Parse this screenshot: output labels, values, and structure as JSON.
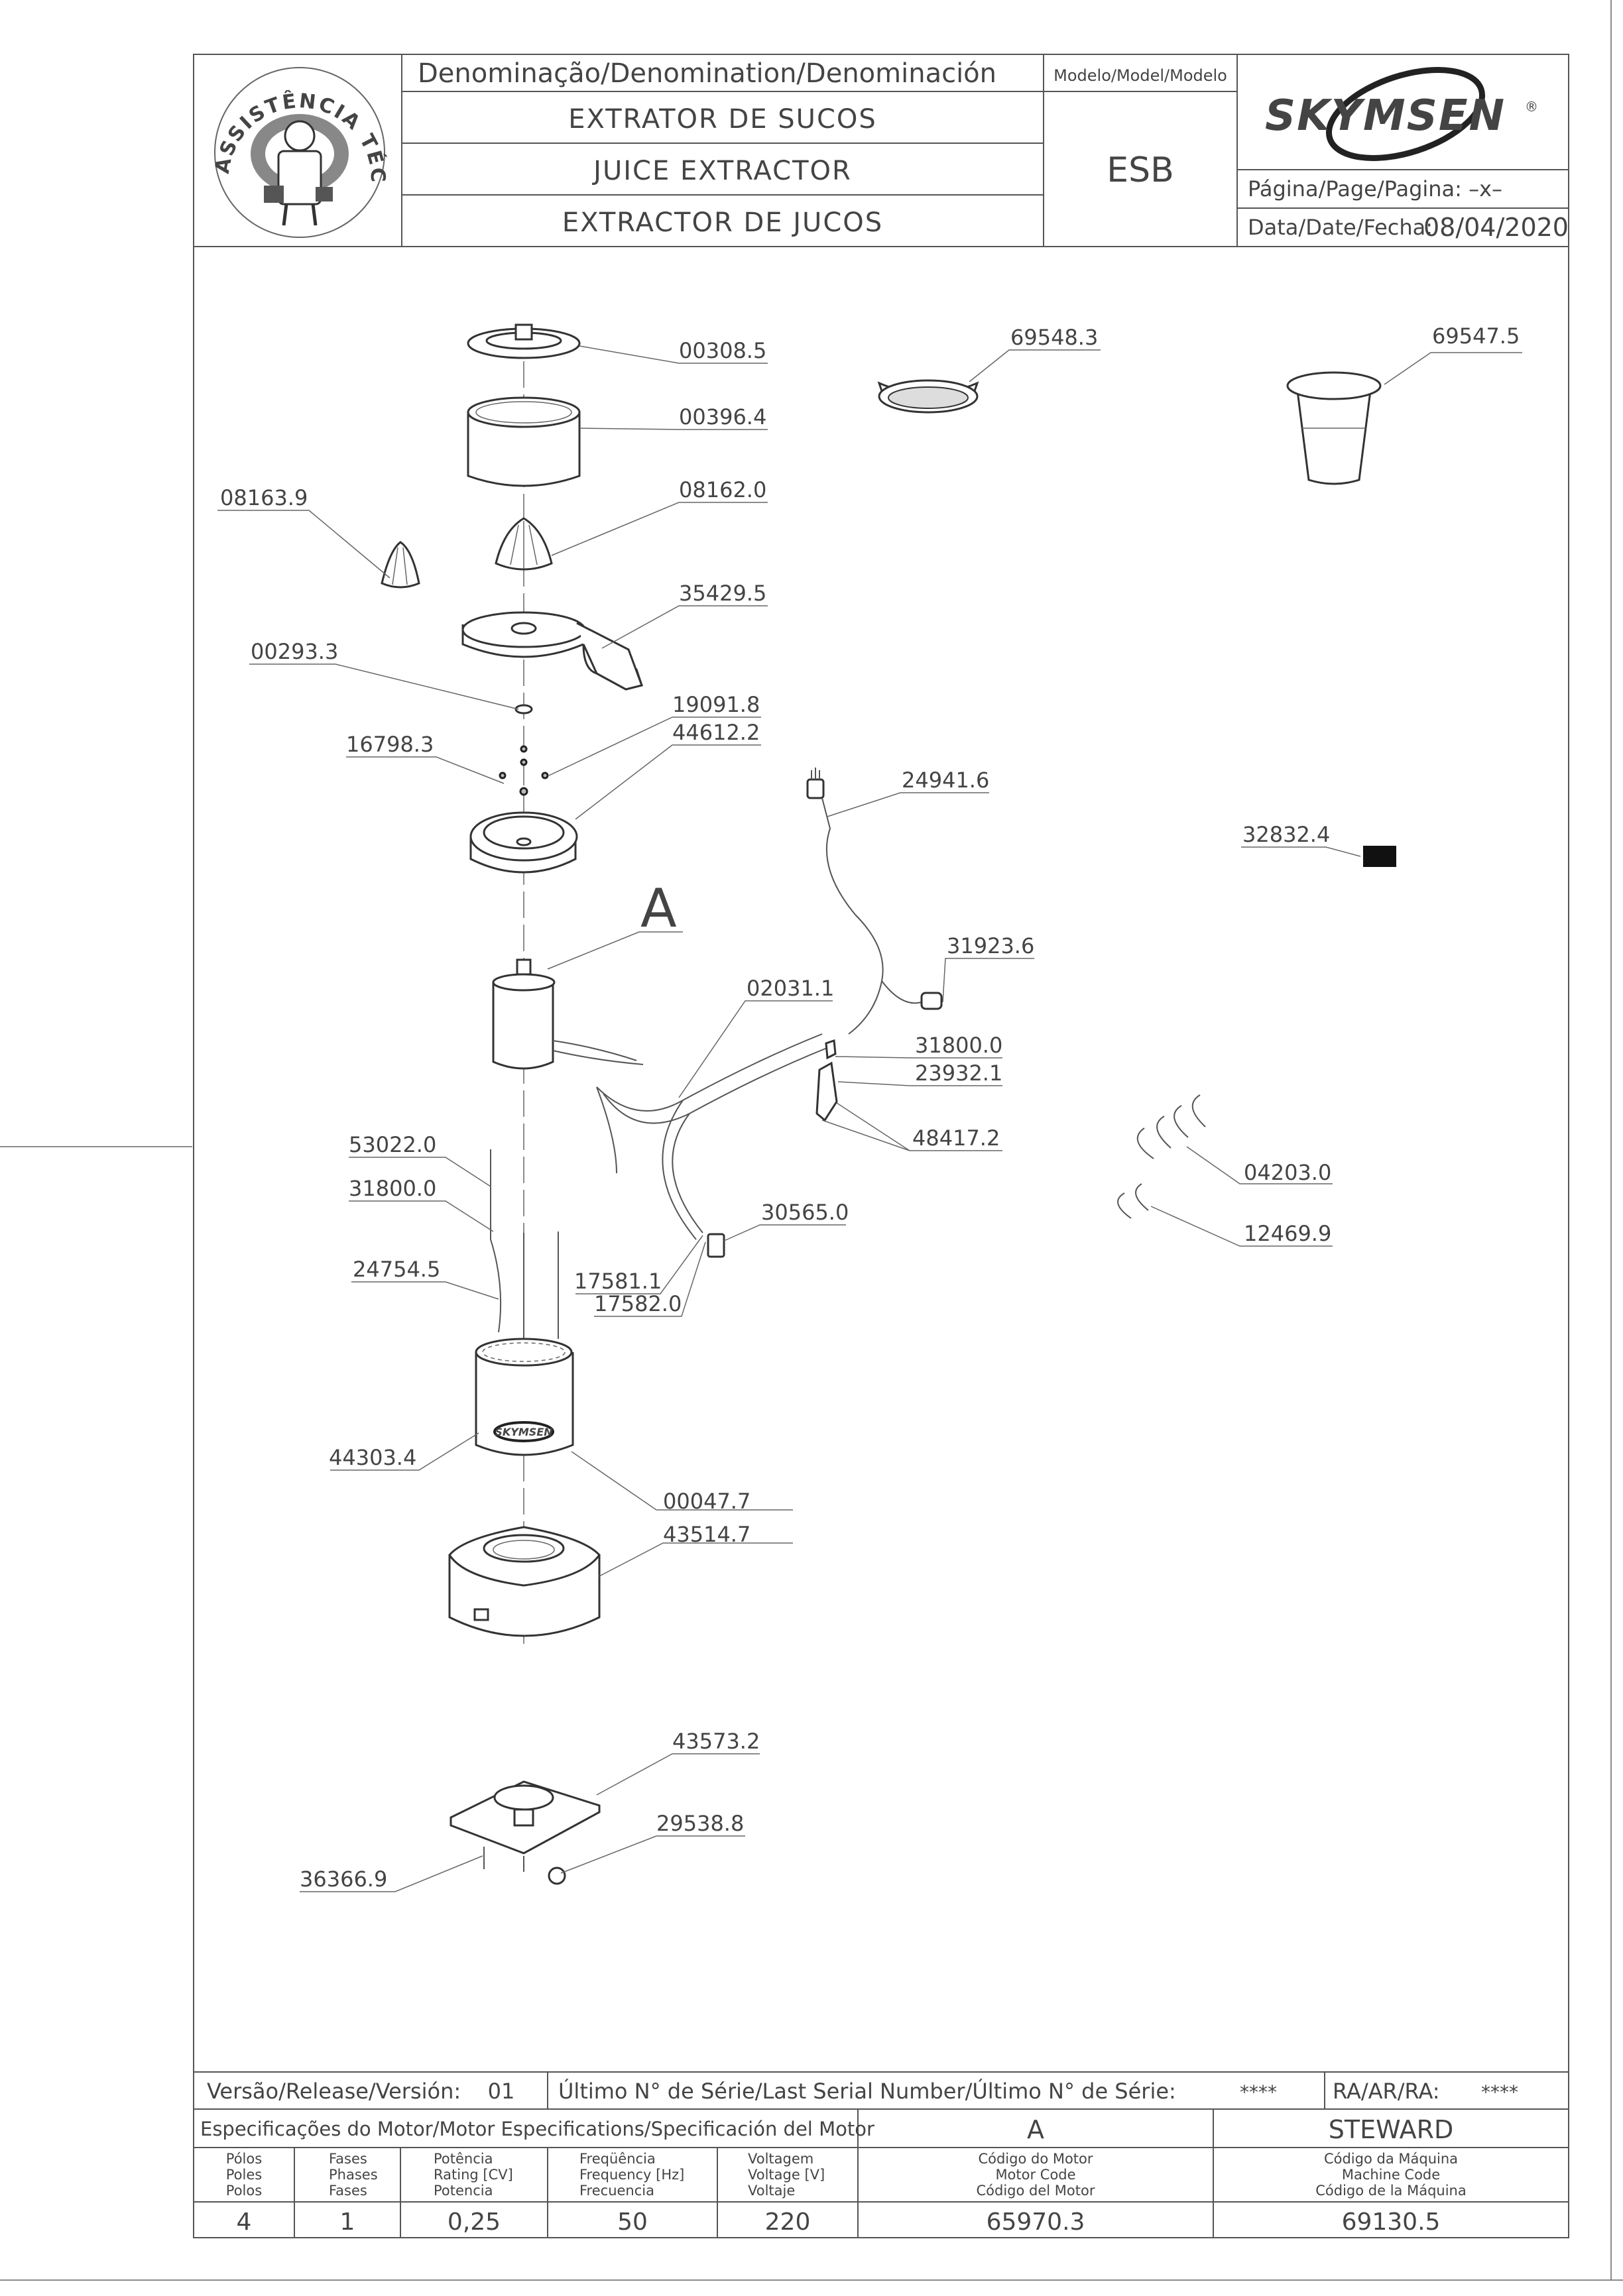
{
  "header": {
    "seal_text": "ASSISTÊNCIA TÉCNICA AUTORIZADA",
    "denomination_label": "Denominação/Denomination/Denominación",
    "name_pt": "EXTRATOR DE SUCOS",
    "name_en": "JUICE EXTRACTOR",
    "name_es": "EXTRACTOR DE JUCOS",
    "model_label": "Modelo/Model/Modelo",
    "model_value": "ESB",
    "brand": "SKYMSEN",
    "brand_mark": "®",
    "page_label": "Página/Page/Pagina: –x–",
    "date_label": "Data/Date/Fecha:",
    "date_value": "08/04/2020"
  },
  "parts": [
    {
      "code": "00308.5"
    },
    {
      "code": "00396.4"
    },
    {
      "code": "08162.0"
    },
    {
      "code": "08163.9"
    },
    {
      "code": "35429.5"
    },
    {
      "code": "00293.3"
    },
    {
      "code": "19091.8"
    },
    {
      "code": "44612.2"
    },
    {
      "code": "16798.3"
    },
    {
      "code": "69548.3"
    },
    {
      "code": "69547.5"
    },
    {
      "code": "24941.6"
    },
    {
      "code": "32832.4"
    },
    {
      "code": "31923.6"
    },
    {
      "code": "02031.1"
    },
    {
      "code": "31800.0"
    },
    {
      "code": "23932.1"
    },
    {
      "code": "48417.2"
    },
    {
      "code": "04203.0"
    },
    {
      "code": "12469.9"
    },
    {
      "code": "53022.0"
    },
    {
      "code": "31800.0"
    },
    {
      "code": "24754.5"
    },
    {
      "code": "30565.0"
    },
    {
      "code": "17581.1"
    },
    {
      "code": "17582.0"
    },
    {
      "code": "44303.4"
    },
    {
      "code": "00047.7"
    },
    {
      "code": "43514.7"
    },
    {
      "code": "43573.2"
    },
    {
      "code": "29538.8"
    },
    {
      "code": "36366.9"
    }
  ],
  "motor_callout": "A",
  "footer": {
    "version_label": "Versão/Release/Versión:",
    "version_value": "01",
    "serial_label": "Último N° de Série/Last Serial Number/Último N° de Série:",
    "serial_value": "****",
    "ra_label": "RA/AR/RA:",
    "ra_value": "****",
    "motor_spec_label": "Especificações do Motor/Motor Especifications/Specificación del Motor",
    "motor_letter": "A",
    "machine_name": "STEWARD",
    "columns": [
      {
        "lines": [
          "Pólos",
          "Poles",
          "Polos"
        ],
        "value": "4"
      },
      {
        "lines": [
          "Fases",
          "Phases",
          "Fases"
        ],
        "value": "1"
      },
      {
        "lines": [
          "Potência",
          "Rating [CV]",
          "Potencia"
        ],
        "value": "0,25"
      },
      {
        "lines": [
          "Freqüência",
          "Frequency [Hz]",
          "Frecuencia"
        ],
        "value": "50"
      },
      {
        "lines": [
          "Voltagem",
          "Voltage [V]",
          "Voltaje"
        ],
        "value": "220"
      },
      {
        "lines": [
          "Código do Motor",
          "Motor Code",
          "Código del Motor"
        ],
        "value": "65970.3"
      },
      {
        "lines": [
          "Código da Máquina",
          "Machine Code",
          "Código de la Máquina"
        ],
        "value": "69130.5"
      }
    ]
  }
}
